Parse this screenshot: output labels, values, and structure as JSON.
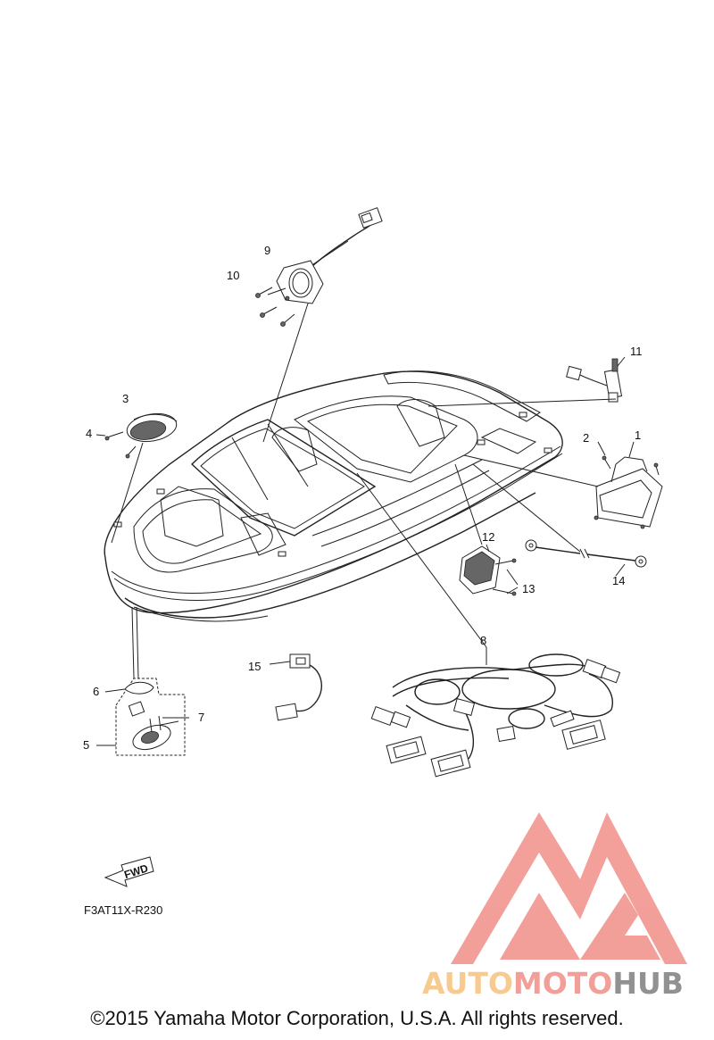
{
  "callouts": [
    {
      "label": "1"
    },
    {
      "label": "2"
    },
    {
      "label": "3"
    },
    {
      "label": "4"
    },
    {
      "label": "5"
    },
    {
      "label": "6"
    },
    {
      "label": "7"
    },
    {
      "label": "8"
    },
    {
      "label": "9"
    },
    {
      "label": "10"
    },
    {
      "label": "11"
    },
    {
      "label": "12"
    },
    {
      "label": "13"
    },
    {
      "label": "14"
    },
    {
      "label": "15"
    }
  ],
  "diagram_code": "F3AT11X-R230",
  "fwd_label": "FWD",
  "logo": {
    "word_1": "AUTO",
    "word_2": "MOTO",
    "word_3": "HUB",
    "color_1": "#f7c98a",
    "color_2": "#f29a95",
    "color_3": "#8c8c8c",
    "mark_color": "#f29a95"
  },
  "copyright": "©2015 Yamaha Motor Corporation, U.S.A. All rights reserved."
}
